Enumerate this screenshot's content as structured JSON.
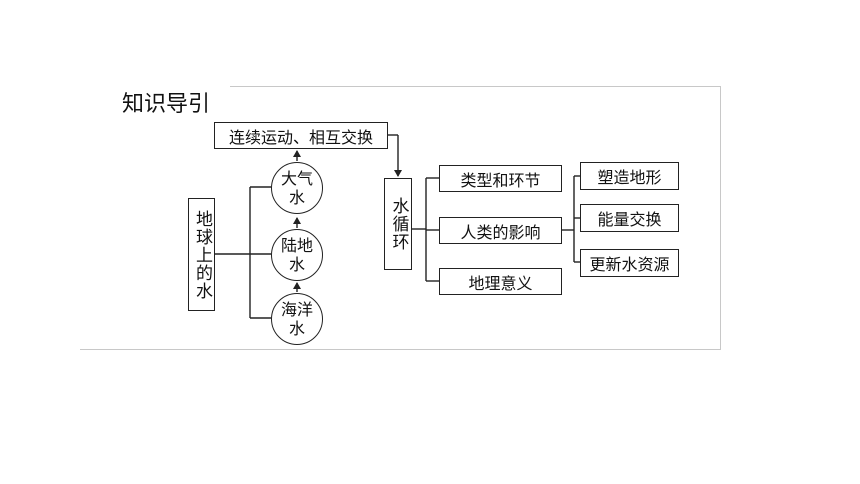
{
  "heading": "知识导引",
  "diagram": {
    "top_box": "连续运动、相互交换",
    "earth_water": "地球上的水",
    "water_bodies": [
      "大气水",
      "陆地水",
      "海洋水"
    ],
    "water_cycle": "水循环",
    "aspects": [
      "类型和环节",
      "人类的影响",
      "地理意义"
    ],
    "significance": [
      "塑造地形",
      "能量交换",
      "更新水资源"
    ]
  }
}
